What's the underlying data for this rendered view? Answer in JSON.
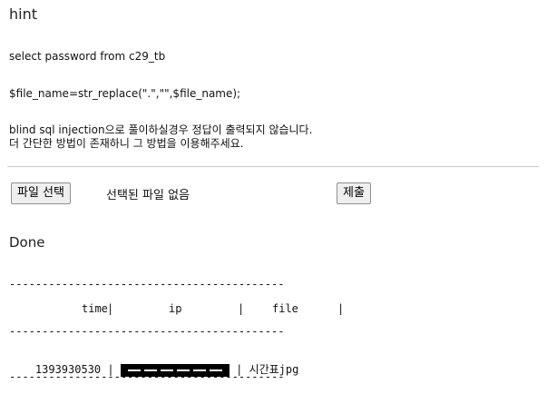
{
  "hint_title": "hint",
  "query_line": "select password from c29_tb",
  "code_line": "$file_name=str_replace(\".\",\"\",$file_name);",
  "note_line1": "blind sql injection으로 풀이하실경우 정답이 출력되지 않습니다.",
  "note_line2": "더 간단한 방법이 존재하니 그 방법을 이용해주세요.",
  "file_button_label": "파일 선택",
  "file_status": "선택된 파일 없음",
  "submit_label": "제출",
  "status": "Done",
  "log_table": {
    "separator": "------------------------------------------",
    "header": {
      "time": "time",
      "ip": "ip",
      "file": "file"
    },
    "rows": [
      {
        "time": "1393930530",
        "ip_redacted": true,
        "file": "시간표jpg"
      }
    ]
  }
}
